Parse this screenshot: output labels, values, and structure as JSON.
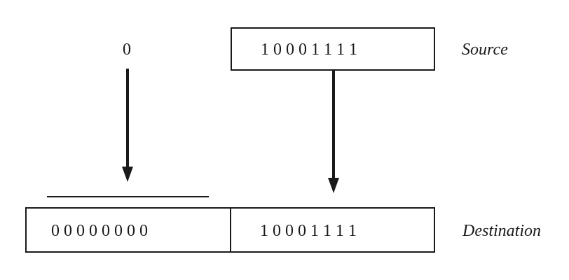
{
  "zero_input": {
    "label": "0"
  },
  "source": {
    "bits": "1 0 0 0 1 1 1 1",
    "label": "Source"
  },
  "destination": {
    "upper_bits": "0 0 0 0 0 0 0 0",
    "lower_bits": "1 0 0 0 1 1 1 1",
    "label": "Destination"
  },
  "colors": {
    "stroke": "#1a1a1a",
    "background": "#ffffff"
  }
}
